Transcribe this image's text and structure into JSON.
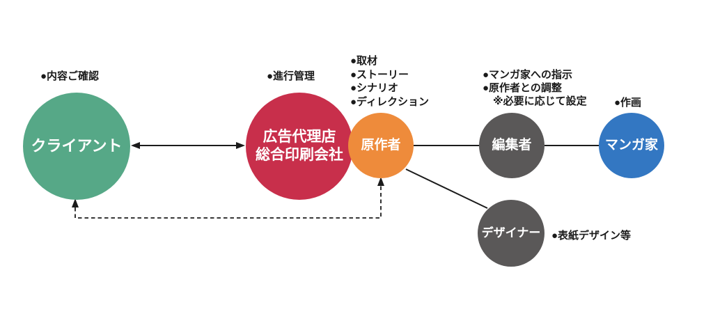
{
  "nodes": {
    "client": {
      "label": "クライアント"
    },
    "agency": {
      "line1": "広告代理店",
      "line2": "総合印刷会社"
    },
    "author": {
      "label": "原作者"
    },
    "editor": {
      "label": "編集者"
    },
    "manga_artist": {
      "label": "マンガ家"
    },
    "designer": {
      "label": "デザイナー"
    }
  },
  "annotations": {
    "client": {
      "lines": [
        "●内容ご確認"
      ]
    },
    "agency": {
      "lines": [
        "●進行管理"
      ]
    },
    "author": {
      "lines": [
        "●取材",
        "●ストーリー",
        "●シナリオ",
        "●ディレクション"
      ]
    },
    "editor": {
      "lines": [
        "●マンガ家への指示",
        "●原作者との調整",
        "※必要に応じて設定"
      ]
    },
    "manga_artist": {
      "lines": [
        "●作画"
      ]
    },
    "designer": {
      "lines": [
        "●表紙デザイン等"
      ]
    }
  },
  "colors": {
    "client_circle": "#56A887",
    "agency_circle": "#C82F4B",
    "author_circle": "#EE8B3B",
    "editor_circle": "#5A5858",
    "manga_artist_circle": "#3377C2",
    "designer_circle": "#5A5858",
    "connector": "#1B1B1B",
    "annotation_text": "#1A1A1A",
    "node_text": "#FFFFFF"
  }
}
